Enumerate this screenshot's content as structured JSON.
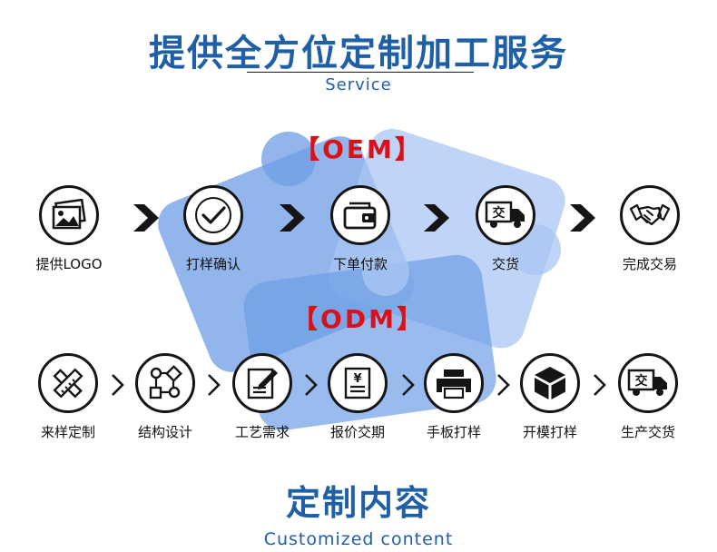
{
  "header": {
    "title": "提供全方位定制加工服务",
    "subtitle": "Service"
  },
  "oem": {
    "heading": "【OEM】",
    "steps": [
      {
        "label": "提供LOGO",
        "icon": "image-icon"
      },
      {
        "label": "打样确认",
        "icon": "checkmark-icon"
      },
      {
        "label": "下单付款",
        "icon": "wallet-icon"
      },
      {
        "label": "交货",
        "icon": "delivery-truck-icon",
        "glyph": "交"
      },
      {
        "label": "完成交易",
        "icon": "handshake-icon"
      }
    ]
  },
  "odm": {
    "heading": "【ODM】",
    "steps": [
      {
        "label": "来样定制",
        "icon": "pencil-ruler-icon"
      },
      {
        "label": "结构设计",
        "icon": "flowchart-icon"
      },
      {
        "label": "工艺需求",
        "icon": "document-pen-icon"
      },
      {
        "label": "报价交期",
        "icon": "quote-document-icon",
        "glyph": "¥"
      },
      {
        "label": "手板打样",
        "icon": "printer-icon"
      },
      {
        "label": "开模打样",
        "icon": "cube-icon"
      },
      {
        "label": "生产交货",
        "icon": "delivery-truck-icon",
        "glyph": "交"
      }
    ]
  },
  "footer": {
    "title": "定制内容",
    "subtitle": "Customized content"
  },
  "colors": {
    "brand_blue": "#1e5fa8",
    "heading_red": "#d9121a",
    "icon_dark": "#151515",
    "decor_blue": "#6e9ee6"
  }
}
